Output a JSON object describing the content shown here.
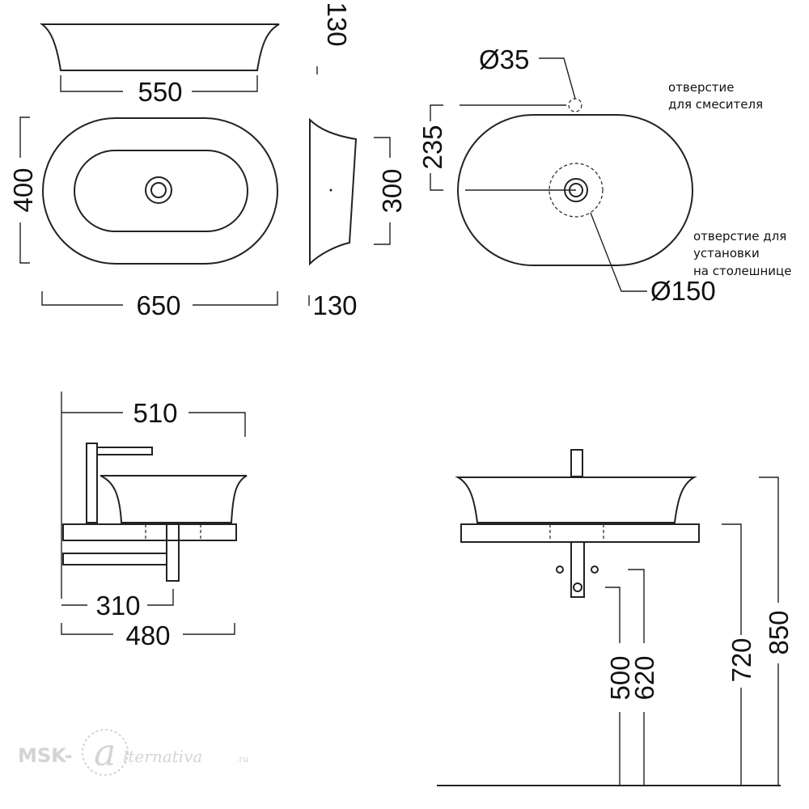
{
  "dimensions": {
    "top_width": "550",
    "height_side_top": "130",
    "plan_depth": "400",
    "plan_width": "650",
    "side_depth": "300",
    "height_side_bottom": "130",
    "mixer_hole_diameter": "Ø35",
    "mixer_hole_offset": "235",
    "mount_hole_diameter": "Ø150",
    "wall_to_front": "510",
    "wall_to_bracket": "310",
    "bracket_depth": "480",
    "height_500": "500",
    "height_620": "620",
    "height_720": "720",
    "height_850": "850"
  },
  "notes": {
    "mixer_hole_line1": "отверстие",
    "mixer_hole_line2": "для смесителя",
    "mount_hole_line1": "отверстие для",
    "mount_hole_line2": "установки",
    "mount_hole_line3": "на столешнице"
  },
  "watermark": {
    "part1": "MSK-",
    "part2": "a",
    "part3": "lternativa",
    "part4": ".ru"
  }
}
